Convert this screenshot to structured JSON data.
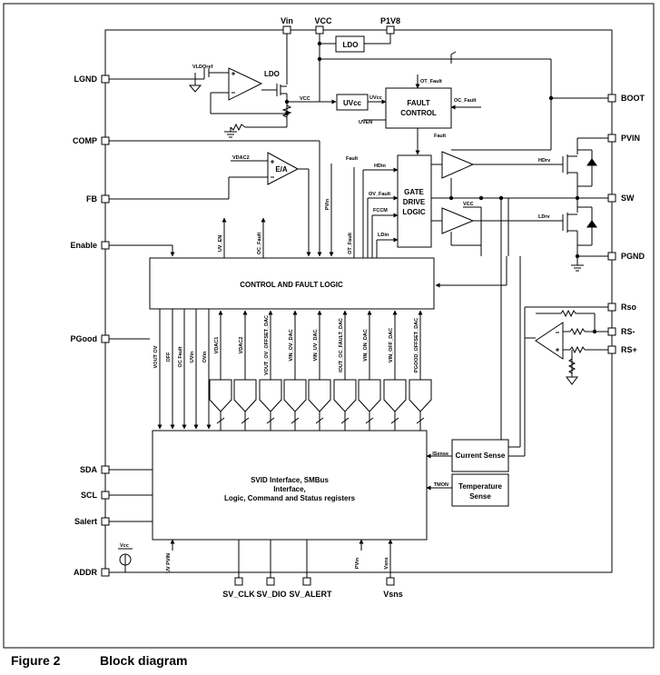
{
  "figure": {
    "number": "Figure 2",
    "title": "Block diagram"
  },
  "pins": {
    "vin": "Vin",
    "vcc": "VCC",
    "p1v8": "P1V8",
    "lgnd": "LGND",
    "comp": "COMP",
    "fb": "FB",
    "enable": "Enable",
    "pgood": "PGood",
    "sda": "SDA",
    "scl": "SCL",
    "salert": "Salert",
    "addr": "ADDR",
    "boot": "BOOT",
    "pvin": "PVIN",
    "sw": "SW",
    "pgnd": "PGND",
    "rso": "Rso",
    "rs_minus": "RS-",
    "rs_plus": "RS+",
    "sv_clk": "SV_CLK",
    "sv_dio": "SV_DIO",
    "sv_alert": "SV_ALERT",
    "vsns": "Vsns"
  },
  "blocks": {
    "ldo_top": "LDO",
    "ldo_left": "LDO",
    "uvcc": "UVcc",
    "fault_control": [
      "FAULT",
      "CONTROL"
    ],
    "gate_drive": [
      "GATE",
      "DRIVE",
      "LOGIC"
    ],
    "ea": "E/A",
    "control_fault_logic": "CONTROL AND FAULT LOGIC",
    "svid": [
      "SVID Interface, SMBus",
      "Interface,",
      "Logic, Command and Status registers"
    ],
    "current_sense": "Current Sense",
    "temperature_sense": [
      "Temperature",
      "Sense"
    ]
  },
  "signals": {
    "vldoref": "VLDOref",
    "vcc_node": "VCC",
    "ot_fault": "OT_Fault",
    "uvcc_in": "UVcc",
    "uven": "UVEN",
    "oc_fault_in": "OC_Fault",
    "fault": "Fault",
    "fault_mid": "Fault",
    "hdin": "HDin",
    "ov_fault": "OV_Fault",
    "fccm": "FCCM",
    "ldin": "LDin",
    "hdrv": "HDrv",
    "ldrv": "LDrv",
    "vcc_drv": "VCC",
    "vdac2": "VDAC2",
    "pvin_sig": "PVin",
    "isense": "ISense",
    "tmon": "TMON",
    "vcc_addr": "Vcc",
    "up_labels": [
      "UV_EN",
      "OC_Fault",
      "OT_Fault"
    ],
    "down_labels": [
      "VOUT OV",
      "OFF",
      "OC Fault",
      "UVin"
    ],
    "dac_labels": [
      "OVin",
      "VDAC1",
      "VDAC2",
      "VOUT_OV_OFFSET_DAC",
      "VIN_OV_DAC",
      "VIN_UV_DAC",
      "IOUT_OC_FAULT_DAC",
      "VIN_ON_DAC",
      "VIN_OFF_DAC",
      "PGOOD_OFFSET_DAC"
    ],
    "uv_pvin": "UV PVIN",
    "pvin_bot": "PVin",
    "vsns_bot": "Vsns"
  }
}
